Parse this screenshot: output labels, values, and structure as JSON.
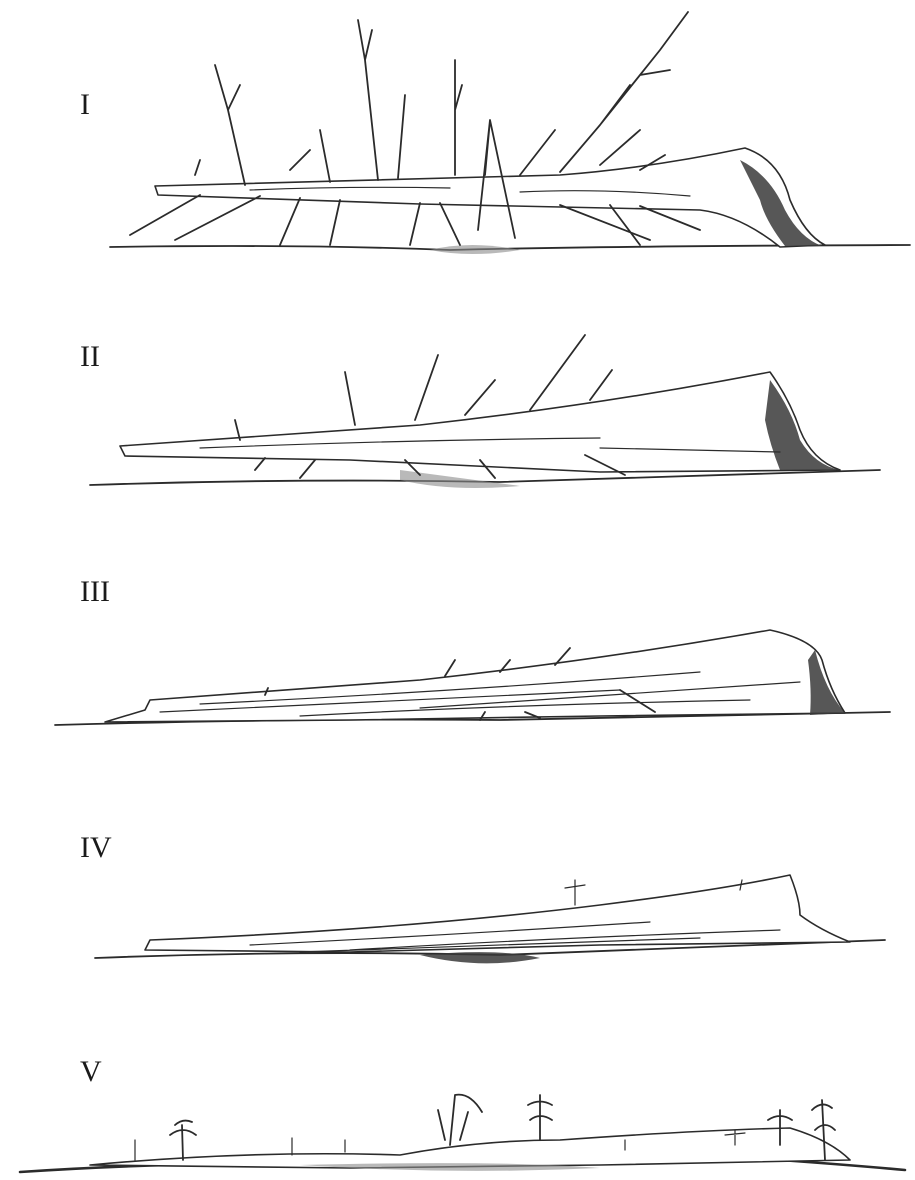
{
  "stages": [
    {
      "label": "I"
    },
    {
      "label": "II"
    },
    {
      "label": "III"
    },
    {
      "label": "IV"
    },
    {
      "label": "V"
    }
  ],
  "colors": {
    "ink": "#2b2b2b",
    "background": "#ffffff"
  }
}
